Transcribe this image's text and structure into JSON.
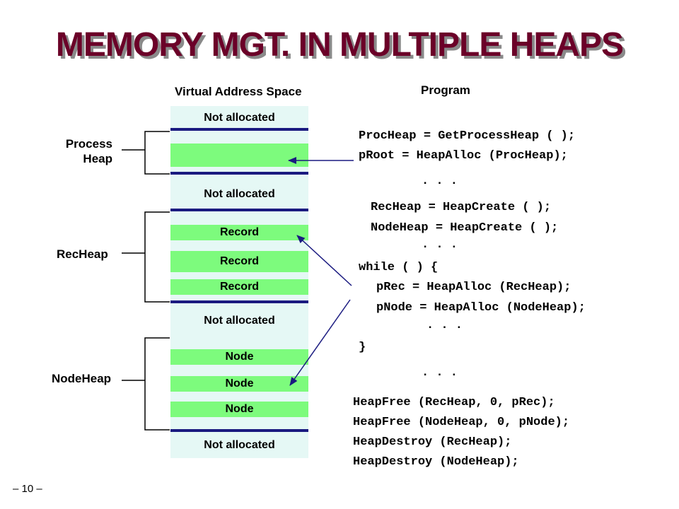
{
  "title": "MEMORY MGT. IN MULTIPLE HEAPS",
  "headers": {
    "vas": "Virtual Address Space",
    "program": "Program"
  },
  "heap_labels": {
    "process": "Process Heap",
    "process_line1": "Process",
    "process_line2": "Heap",
    "rec": "RecHeap",
    "node": "NodeHeap"
  },
  "blocks": {
    "not_allocated": "Not allocated",
    "record": "Record",
    "node": "Node"
  },
  "code": {
    "l1": "ProcHeap = GetProcessHeap ( );",
    "l2": "pRoot = HeapAlloc (ProcHeap);",
    "l3": ". . .",
    "l4": "RecHeap = HeapCreate ( );",
    "l5": "NodeHeap = HeapCreate ( );",
    "l6": ". . .",
    "l7": "while ( ) {",
    "l8": "pRec = HeapAlloc (RecHeap);",
    "l9": "pNode = HeapAlloc (NodeHeap);",
    "l10": ". . .",
    "l11": "}",
    "l12": ". . .",
    "l13": "HeapFree (RecHeap, 0, pRec);",
    "l14": "HeapFree (NodeHeap, 0, pNode);",
    "l15": "HeapDestroy (RecHeap);",
    "l16": "HeapDestroy (NodeHeap);"
  },
  "page_number": "– 10 –",
  "colors": {
    "title": "#6b0028",
    "block": "#7dfb7d",
    "column": "#e5f8f5",
    "arrow": "#1a1a80"
  }
}
